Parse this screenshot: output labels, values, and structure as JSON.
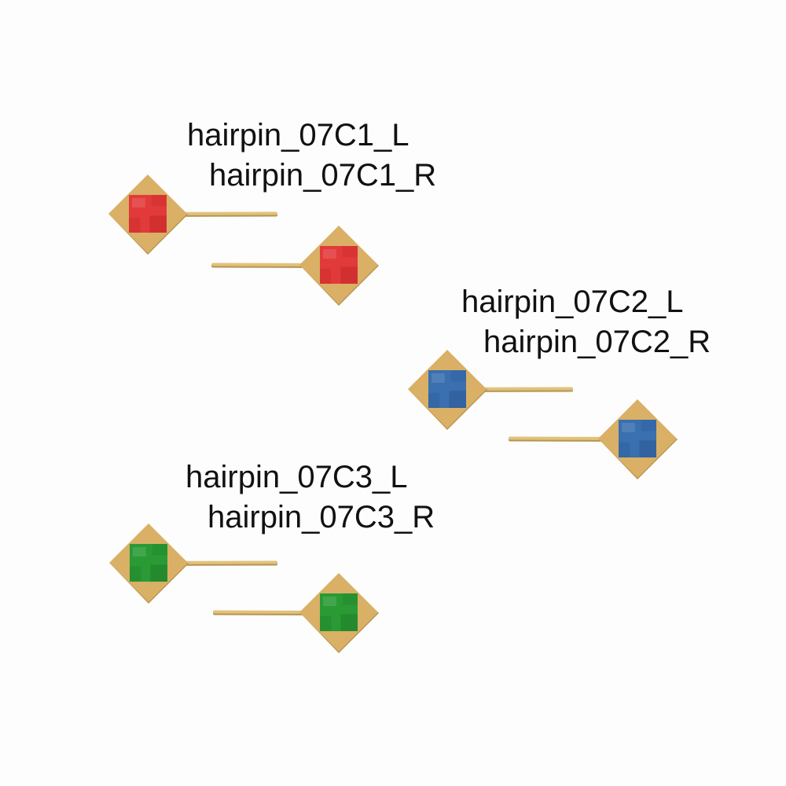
{
  "groups": [
    {
      "gem_color": "#e23a3a",
      "gem_dark": "#c42828",
      "labels": {
        "left": "hairpin_07C1_L",
        "right": "hairpin_07C1_R"
      }
    },
    {
      "gem_color": "#3a6fb0",
      "gem_dark": "#2c5a94",
      "labels": {
        "left": "hairpin_07C2_L",
        "right": "hairpin_07C2_R"
      }
    },
    {
      "gem_color": "#2a9a35",
      "gem_dark": "#1f7d28",
      "labels": {
        "left": "hairpin_07C3_L",
        "right": "hairpin_07C3_R"
      }
    }
  ],
  "colors": {
    "gold": "#d9b066",
    "gold_shadow": "#b99550",
    "pin": "#e2c27a",
    "pin_shadow": "#b59452"
  }
}
